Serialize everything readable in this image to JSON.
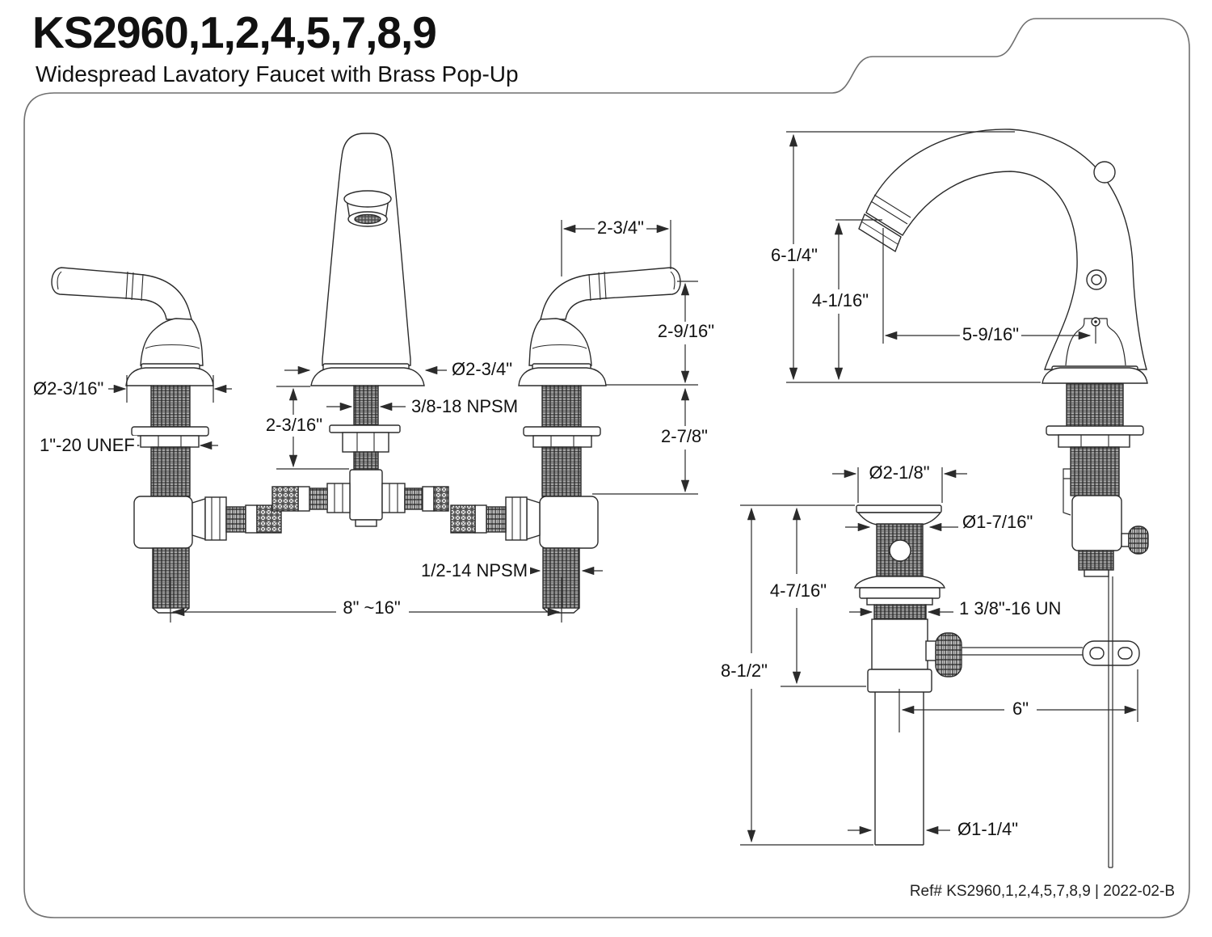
{
  "header": {
    "title": "KS2960,1,2,4,5,7,8,9",
    "subtitle": "Widespread Lavatory Faucet with Brass Pop-Up"
  },
  "footer": {
    "ref": "Ref# KS2960,1,2,4,5,7,8,9 | 2022-02-B"
  },
  "colors": {
    "line": "#2b2b2b",
    "border": "#6f6f6f",
    "background": "#ffffff",
    "text": "#111111"
  },
  "front_view": {
    "dims": {
      "handle_base_diameter": "Ø2-3/16\"",
      "shank_thread": "1\"-20 UNEF",
      "spout_base_diameter": "Ø2-3/4\"",
      "spout_shank_thread": "3/8-18 NPSM",
      "spout_shank_length": "2-3/16\"",
      "handle_width": "2-3/4\"",
      "handle_height": "2-9/16\"",
      "shank_length": "2-7/8\"",
      "supply_outlet_thread": "1/2-14 NPSM",
      "spread": "8\" ~16\""
    }
  },
  "side_view": {
    "dims": {
      "overall_height": "6-1/4\"",
      "spout_height": "4-1/16\"",
      "spout_reach": "5-9/16\""
    }
  },
  "drain_view": {
    "dims": {
      "flange_diameter": "Ø2-1/8\"",
      "top_diameter": "Ø1-7/16\"",
      "upper_length": "4-7/16\"",
      "body_thread": "1 3/8\"-16 UN",
      "overall_length": "8-1/2\"",
      "rod_length": "6\"",
      "tailpiece_diameter": "Ø1-1/4\""
    }
  }
}
